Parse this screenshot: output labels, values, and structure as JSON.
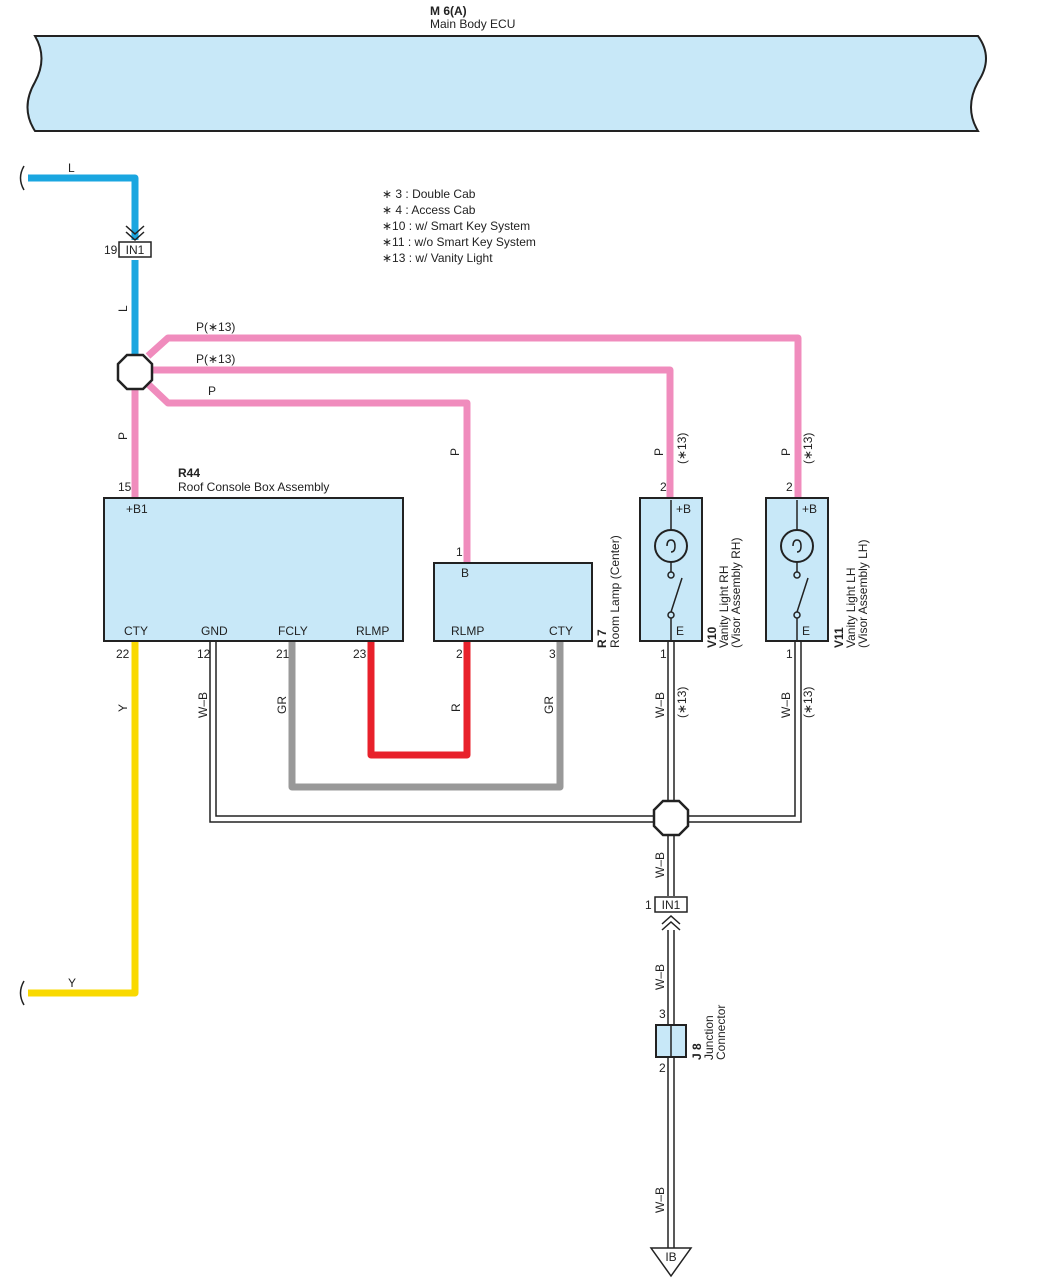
{
  "colors": {
    "blue": "#1aa6e0",
    "pink": "#f08cbd",
    "red": "#e8212b",
    "gray": "#999999",
    "yellow": "#f9d900",
    "box_fill": "#c8e8f8",
    "black": "#222222"
  },
  "ecu": {
    "code": "M 6(A)",
    "name": "Main Body ECU"
  },
  "legend": [
    "∗ 3 : Double Cab",
    "∗ 4 : Access Cab",
    "∗10 : w/ Smart Key System",
    "∗11 : w/o Smart Key System",
    "∗13 : w/ Vanity Light"
  ],
  "wires": {
    "l_top": "L",
    "l_vertical": "L",
    "p_vertical": "P",
    "p13_upper": "P(∗13)",
    "p13_middle": "P(∗13)",
    "p_lower": "P",
    "p_room": "P",
    "p_v10": "P",
    "p_v10_note": "(∗13)",
    "p_v11": "P",
    "p_v11_note": "(∗13)",
    "y_vertical": "Y",
    "y_bottom": "Y",
    "wb_gnd": "W–B",
    "gr_fcly": "GR",
    "r_rlmp": "R",
    "gr_cty": "GR",
    "wb_v10": "W–B",
    "wb_v10_note": "(∗13)",
    "wb_v11": "W–B",
    "wb_v11_note": "(∗13)",
    "wb_upper": "W–B",
    "wb_middle": "W–B",
    "wb_lower": "W–B"
  },
  "connectors": {
    "in1_top": {
      "label": "IN1",
      "pin": "19"
    },
    "in1_bottom": {
      "label": "IN1",
      "pin": "1"
    },
    "ib": {
      "label": "IB"
    }
  },
  "r44": {
    "code": "R44",
    "name": "Roof Console Box Assembly",
    "terminals": {
      "b1": "+B1",
      "cty": "CTY",
      "gnd": "GND",
      "fcly": "FCLY",
      "rlmp": "RLMP"
    },
    "pins": {
      "b1": "15",
      "cty": "22",
      "gnd": "12",
      "fcly": "21",
      "rlmp": "23"
    }
  },
  "r7": {
    "code": "R 7",
    "name": "Room Lamp (Center)",
    "terminals": {
      "b": "B",
      "rlmp": "RLMP",
      "cty": "CTY"
    },
    "pins": {
      "b": "1",
      "rlmp": "2",
      "cty": "3"
    }
  },
  "v10": {
    "code": "V10",
    "name": "Vanity Light RH",
    "sub": "(Visor Assembly RH)",
    "terminals": {
      "b": "+B",
      "e": "E"
    },
    "pins": {
      "b": "2",
      "e": "1"
    }
  },
  "v11": {
    "code": "V11",
    "name": "Vanity Light LH",
    "sub": "(Visor Assembly LH)",
    "terminals": {
      "b": "+B",
      "e": "E"
    },
    "pins": {
      "b": "2",
      "e": "1"
    }
  },
  "j8": {
    "code": "J 8",
    "name": "Junction",
    "name2": "Connector",
    "pins": {
      "top": "3",
      "bottom": "2"
    }
  }
}
